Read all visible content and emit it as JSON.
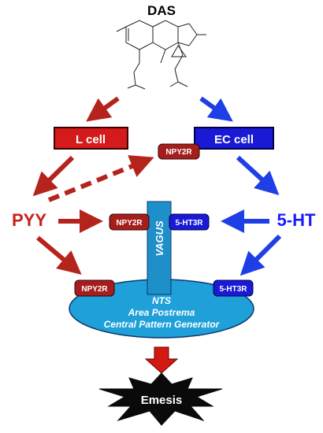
{
  "title": "DAS",
  "cells": {
    "l_cell": "L cell",
    "ec_cell": "EC cell"
  },
  "hormones": {
    "pyy": "PYY",
    "five_ht": "5-HT"
  },
  "receptors": {
    "npy2r_top": "NPY2R",
    "npy2r_vagus": "NPY2R",
    "ht3r_vagus": "5-HT3R",
    "npy2r_nts": "NPY2R",
    "ht3r_nts": "5-HT3R"
  },
  "vagus": "VAGUS",
  "brain": {
    "line1": "NTS",
    "line2": "Area Postrema",
    "line3": "Central Pattern Generator"
  },
  "outcome": "Emesis",
  "colors": {
    "red": "#c8201c",
    "dark_red": "#a51e1e",
    "blue": "#1a1aff",
    "vagus_blue": "#1e8fc8",
    "ellipse_blue": "#1fa0d8",
    "arrow_red": "#d11a10"
  }
}
